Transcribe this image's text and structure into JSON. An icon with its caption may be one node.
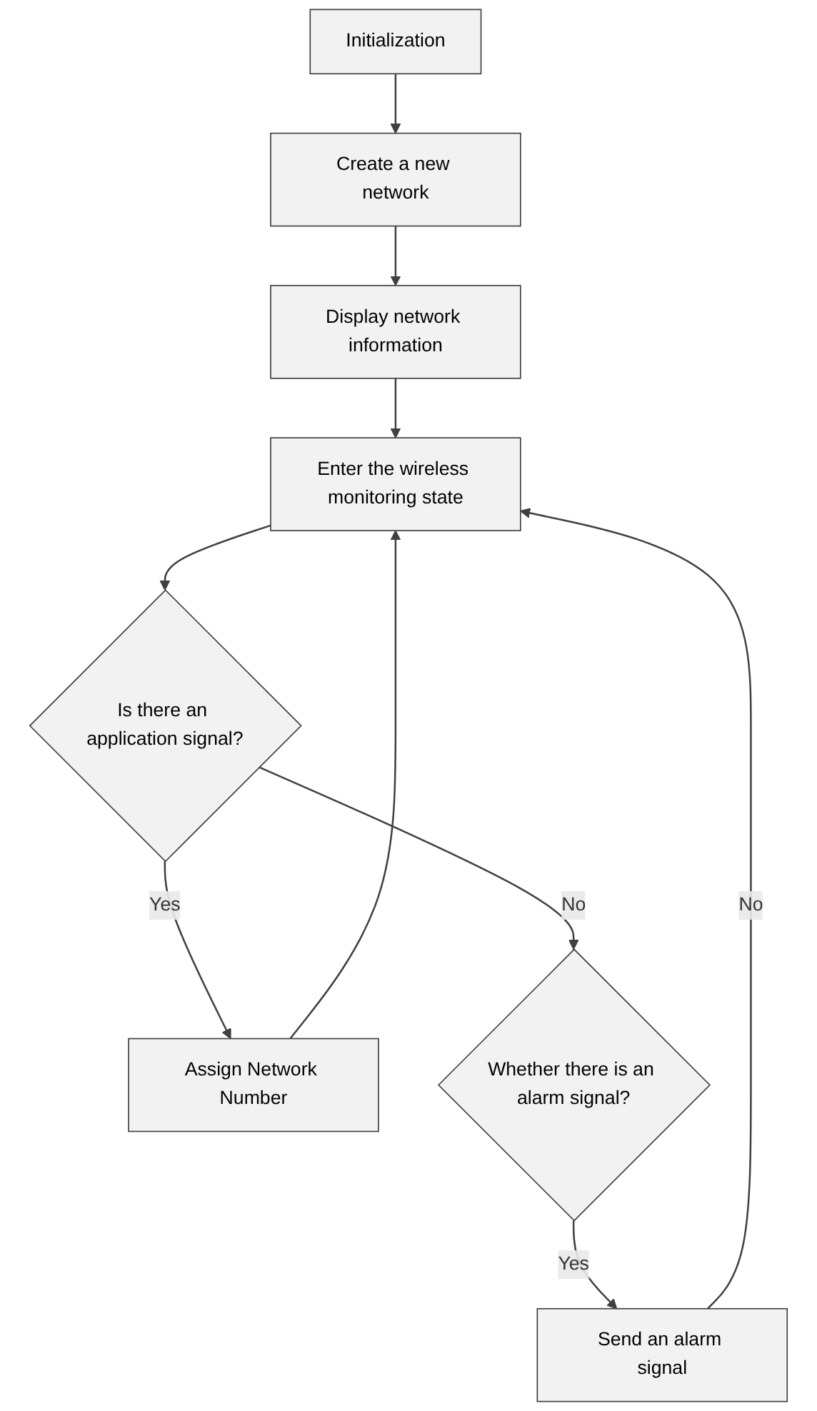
{
  "diagram": {
    "nodes": [
      {
        "text": [
          "Initialization"
        ]
      },
      {
        "text": [
          "Create a new network"
        ]
      },
      {
        "text": [
          "Display network information"
        ]
      },
      {
        "text": [
          "Enter the wireless monitoring state"
        ]
      },
      {
        "text": [
          "Is there an application signal?"
        ]
      },
      {
        "text": [
          "Assign Network Number"
        ]
      },
      {
        "text": [
          "Whether there is an alarm signal?"
        ]
      },
      {
        "text": [
          "Send an alarm signal"
        ]
      }
    ],
    "edges": [
      {
        "from": 0,
        "to": 1,
        "arrow": "to"
      },
      {
        "from": 1,
        "to": 2,
        "arrow": "to"
      },
      {
        "from": 2,
        "to": 3,
        "arrow": "to"
      },
      {
        "from": 3,
        "to": 4,
        "arrow": "to"
      },
      {
        "from": 4,
        "to": 5,
        "arrow": "to",
        "label": "Yes"
      },
      {
        "from": 5,
        "to": 3,
        "arrow": "to"
      },
      {
        "from": 4,
        "to": 6,
        "arrow": "to",
        "label": "No"
      },
      {
        "from": 6,
        "to": 7,
        "arrow": "to",
        "label": "Yes"
      },
      {
        "from": 7,
        "to": 3,
        "arrow": "to",
        "label": "No"
      }
    ]
  }
}
